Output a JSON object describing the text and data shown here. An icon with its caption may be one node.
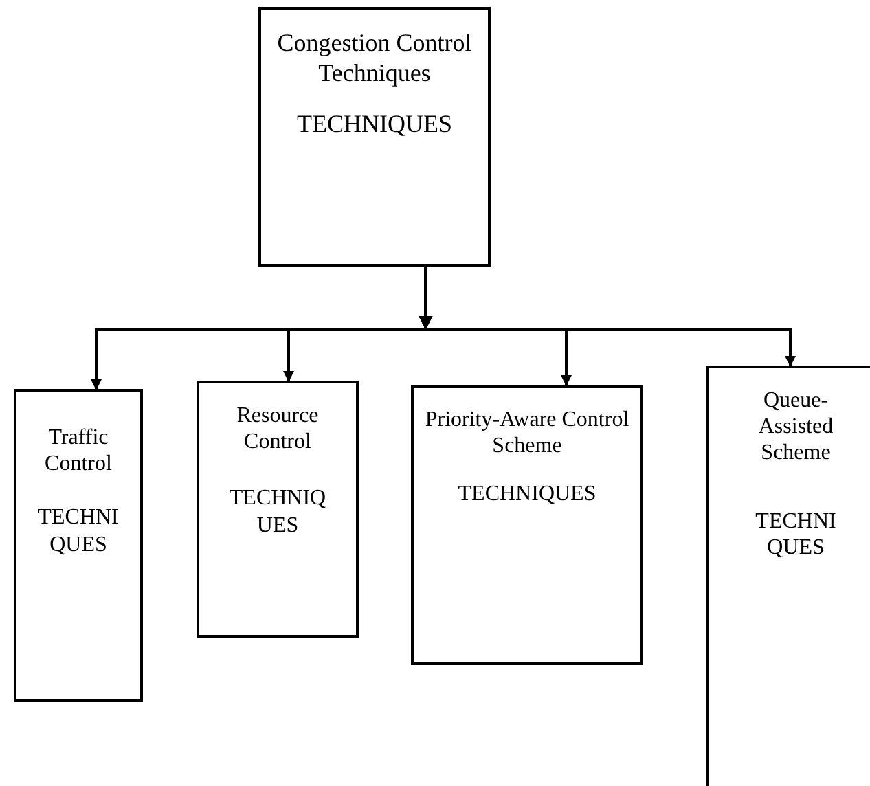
{
  "diagram": {
    "nodes": [
      {
        "text": [
          "Congestion Control Techniques",
          "TECHNIQUES"
        ]
      },
      {
        "text": [
          "Traffic Control",
          "TECHNIQUES"
        ]
      },
      {
        "text": [
          "Resource Control",
          "TECHNIQUES"
        ]
      },
      {
        "text": [
          "Priority-Aware Control Scheme",
          "TECHNIQUES"
        ]
      },
      {
        "text": [
          "Queue-Assisted Scheme",
          "TECHNIQUES"
        ]
      }
    ],
    "edges": [
      {
        "from": 0,
        "to": 1,
        "arrow": "to"
      },
      {
        "from": 0,
        "to": 2,
        "arrow": "to"
      },
      {
        "from": 0,
        "to": 3,
        "arrow": "to"
      },
      {
        "from": 0,
        "to": 4,
        "arrow": "to"
      }
    ]
  }
}
